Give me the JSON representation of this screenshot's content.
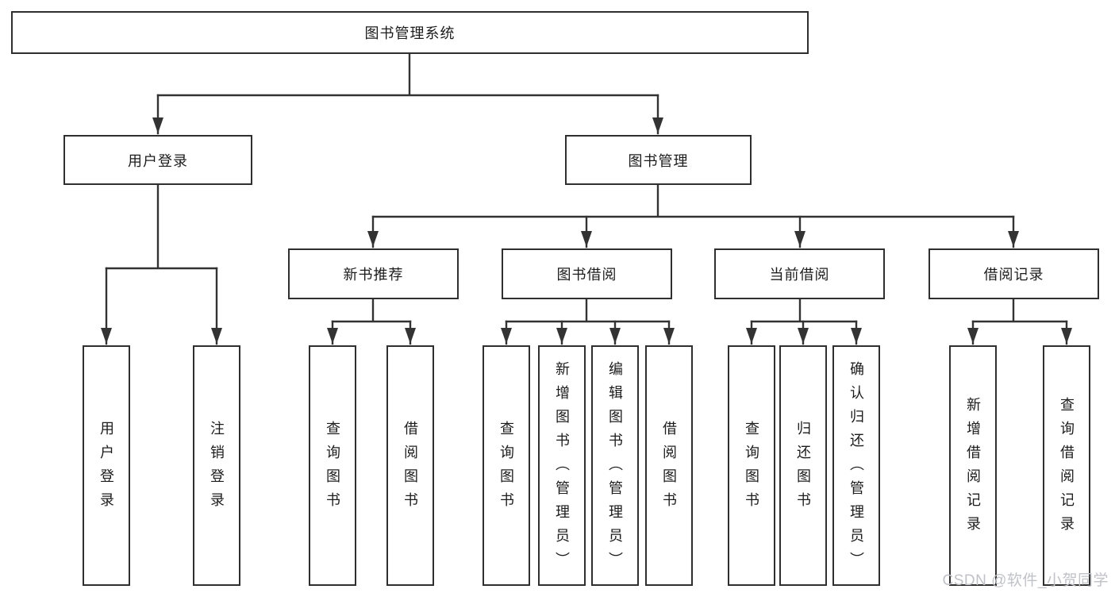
{
  "nodes": {
    "root": "图书管理系统",
    "level2": [
      "用户登录",
      "图书管理"
    ],
    "level3": [
      "新书推荐",
      "图书借阅",
      "当前借阅",
      "借阅记录"
    ],
    "level4": {
      "user_login": [
        "用户登录",
        "注销登录"
      ],
      "new_books": [
        "查询图书",
        "借阅图书"
      ],
      "book_borrowing": [
        "查询图书",
        "新增图书（管理员）",
        "编辑图书（管理员）",
        "借阅图书"
      ],
      "current_borrowing": [
        "查询图书",
        "归还图书",
        "确认归还（管理员）"
      ],
      "borrowing_records": [
        "新增借阅记录",
        "查询借阅记录"
      ]
    }
  },
  "watermark": "CSDN @软件_小贺同学",
  "colors": {
    "line": "#333333",
    "box_border": "#2f2f2f",
    "box_fill": "#ffffff",
    "text": "#1c1c1c",
    "watermark": "#c0c2c8"
  }
}
